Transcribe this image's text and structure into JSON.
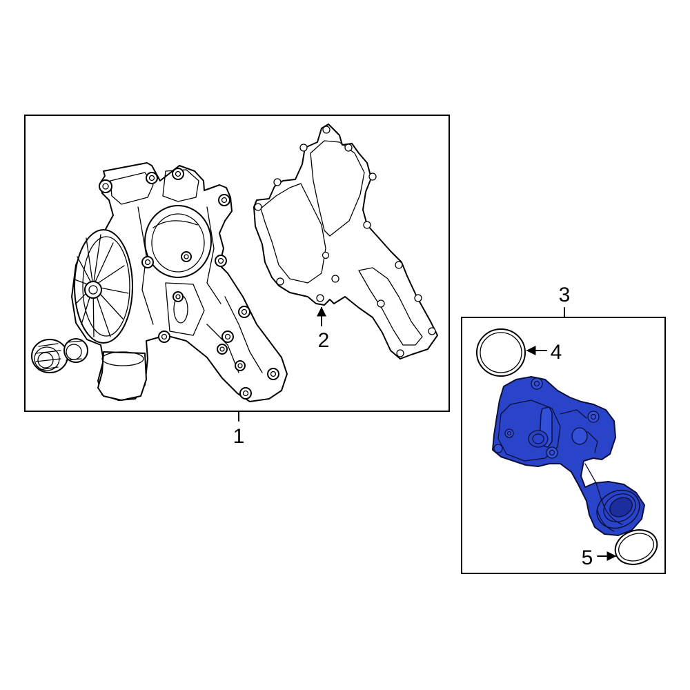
{
  "callouts": {
    "c1": "1",
    "c2": "2",
    "c3": "3",
    "c4": "4",
    "c5": "5"
  },
  "colors": {
    "highlight_part": "#2a44c9",
    "line": "#000000",
    "background": "#ffffff"
  }
}
